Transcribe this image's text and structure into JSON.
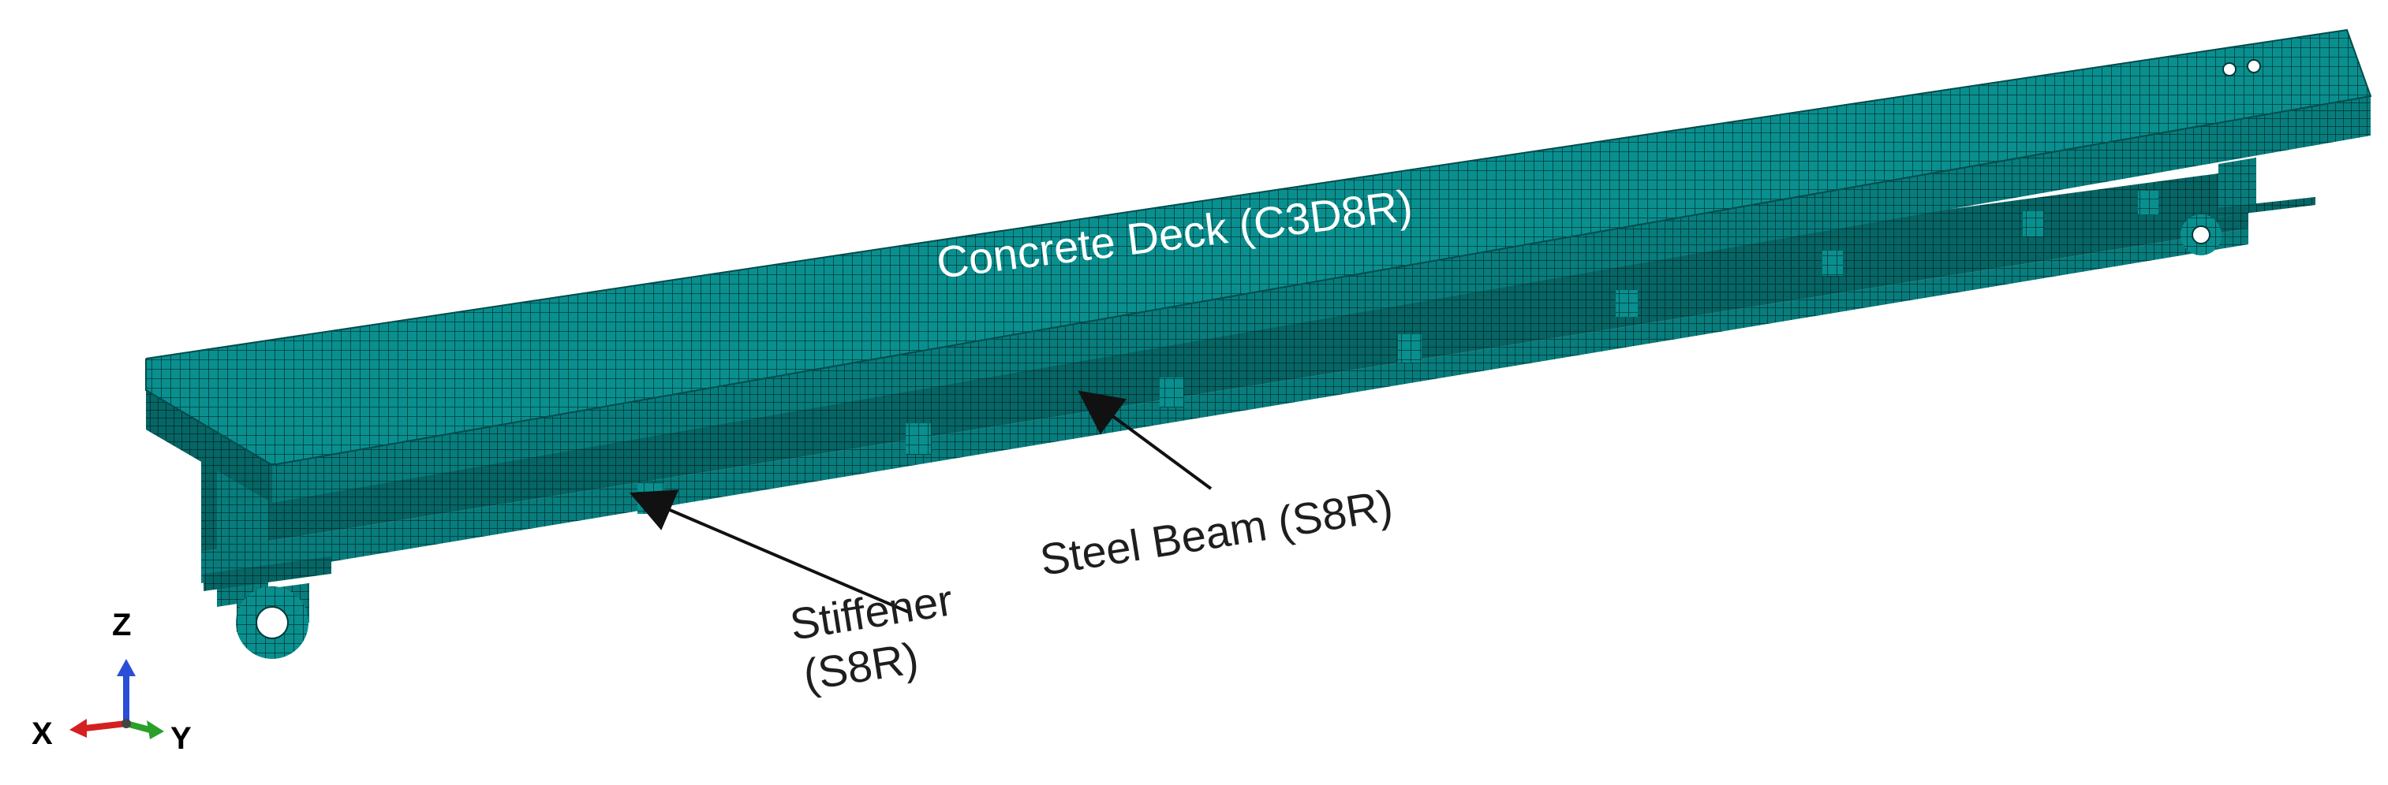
{
  "labels": {
    "deck": "Concrete Deck (C3D8R)",
    "beam": "Steel Beam (S8R)",
    "stiffener_line1": "Stiffener",
    "stiffener_line2": "(S8R)"
  },
  "triad": {
    "x": "X",
    "y": "Y",
    "z": "Z"
  },
  "colors": {
    "mesh_top": "#0a8f8f",
    "mesh_side": "#087d7d",
    "mesh_dark": "#066565",
    "grid_line": "#003838",
    "axis_x": "#d42020",
    "axis_y": "#2aa02a",
    "axis_z": "#2a4fd6"
  }
}
